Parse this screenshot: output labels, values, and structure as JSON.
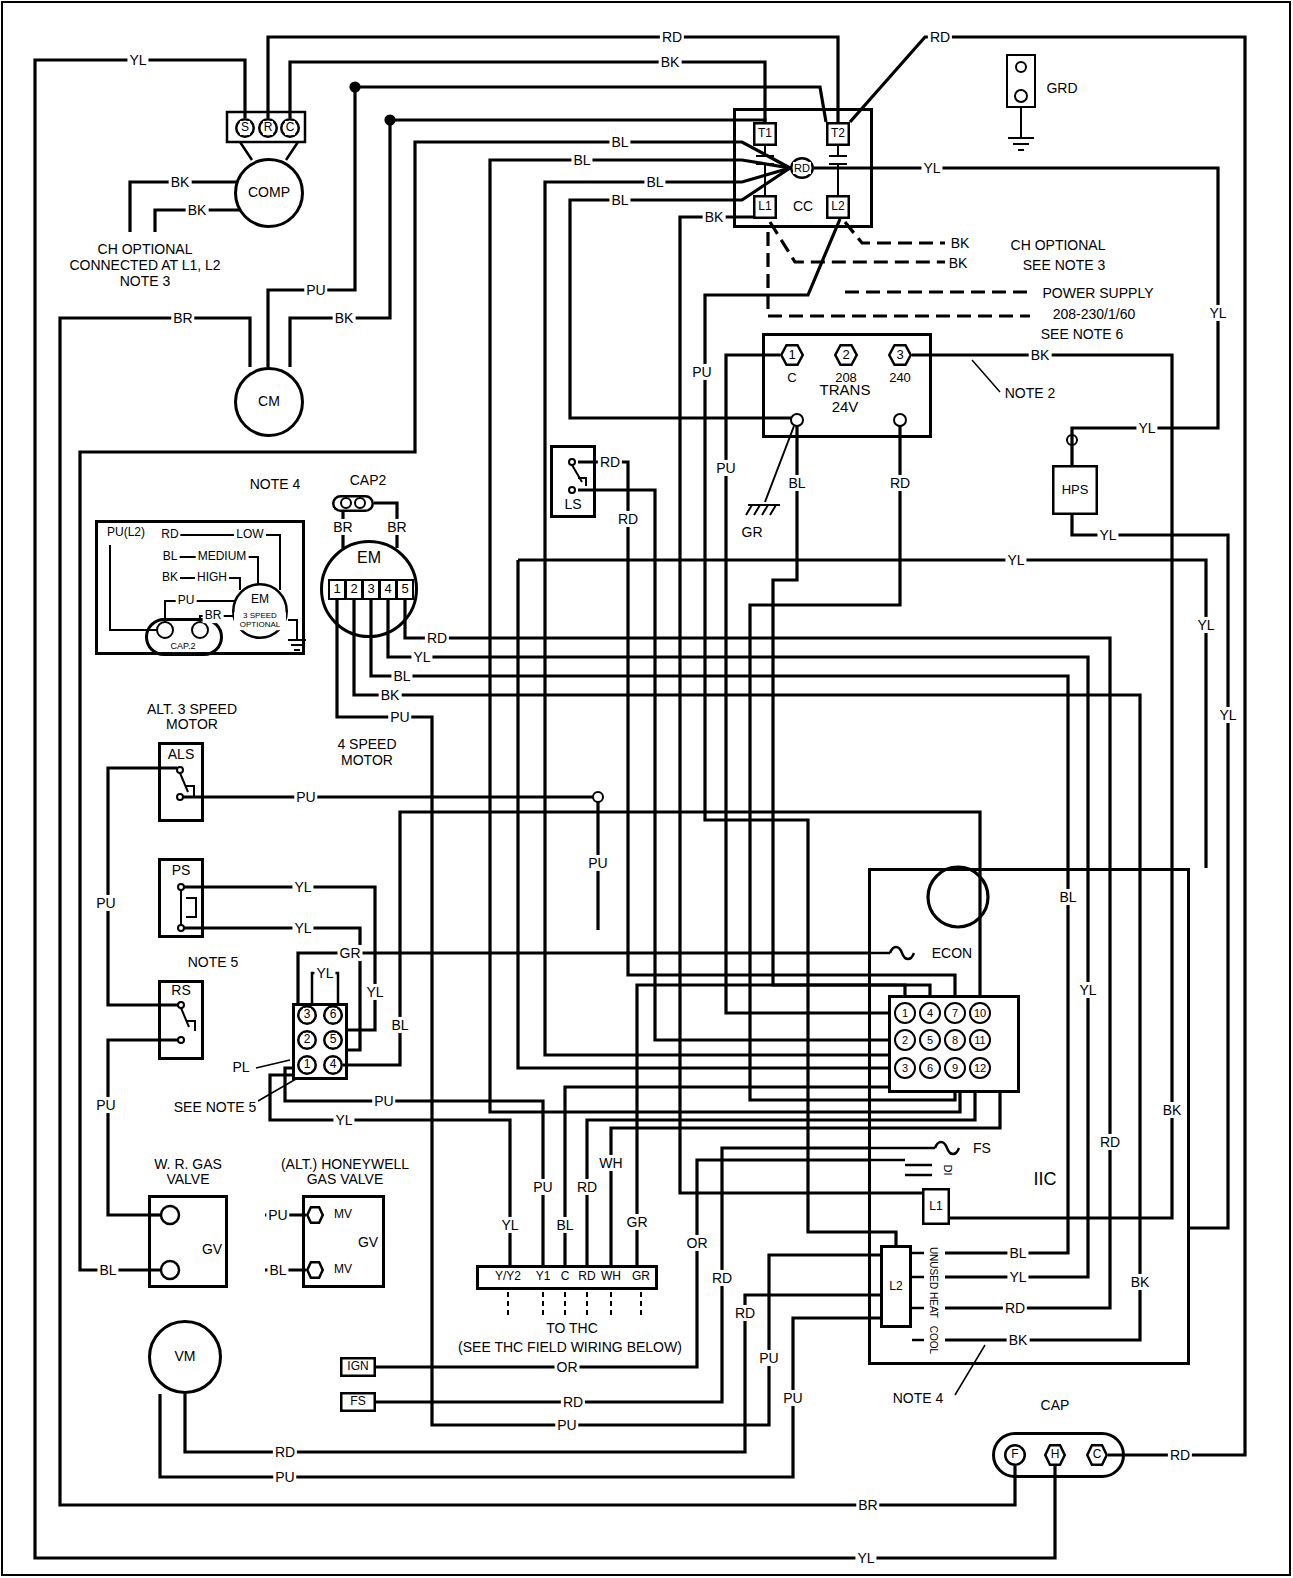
{
  "diagram": {
    "nodes": [
      {
        "text": [
          "S"
        ]
      },
      {
        "text": [
          "R"
        ]
      },
      {
        "text": [
          "C"
        ]
      },
      {
        "text": [
          "COMP"
        ]
      },
      {
        "text": [
          "CC"
        ]
      },
      {
        "text": [
          "T1"
        ],
        "in": 4
      },
      {
        "text": [
          "T2"
        ],
        "in": 4
      },
      {
        "text": [
          "RD"
        ],
        "in": 4
      },
      {
        "text": [
          "L1"
        ],
        "in": 4
      },
      {
        "text": [
          "L2"
        ],
        "in": 4
      },
      {
        "text": [
          "CM"
        ]
      },
      {
        "text": [
          "TRANS 24V"
        ]
      },
      {
        "text": [
          "1",
          "C"
        ],
        "in": 11
      },
      {
        "text": [
          "2",
          "208"
        ],
        "in": 11
      },
      {
        "text": [
          "3",
          "240"
        ],
        "in": 11
      },
      {
        "text": [
          "LS"
        ]
      },
      {
        "text": [
          "HPS"
        ]
      },
      {
        "text": [
          "PU(L2)"
        ]
      },
      {
        "text": [
          "EM",
          "3 SPEED OPTIONAL"
        ],
        "in": 17
      },
      {
        "text": [
          "CAP.2"
        ],
        "in": 17
      },
      {
        "text": [
          "CAP2"
        ]
      },
      {
        "text": [
          "EM"
        ]
      },
      {
        "text": [
          "ALT. 3 SPEED MOTOR",
          "ALS"
        ]
      },
      {
        "text": [
          "PS"
        ]
      },
      {
        "text": [
          "RS"
        ]
      },
      {
        "text": [
          "PL"
        ]
      },
      {
        "text": [
          "3"
        ],
        "in": 25
      },
      {
        "text": [
          "6"
        ],
        "in": 25
      },
      {
        "text": [
          "2"
        ],
        "in": 25
      },
      {
        "text": [
          "5"
        ],
        "in": 25
      },
      {
        "text": [
          "1"
        ],
        "in": 25
      },
      {
        "text": [
          "4"
        ],
        "in": 25
      },
      {
        "text": [
          "IIC"
        ]
      },
      {
        "text": [
          "1",
          "2",
          "3",
          "4",
          "5",
          "6",
          "7",
          "8",
          "9",
          "10",
          "11",
          "12"
        ],
        "in": 32
      },
      {
        "text": [
          "L1"
        ],
        "in": 32
      },
      {
        "text": [
          "L2"
        ],
        "in": 32
      },
      {
        "text": [
          "W. R. GAS VALVE",
          "GV"
        ]
      },
      {
        "text": [
          "(ALT.) HONEYWELL GAS VALVE",
          "GV"
        ]
      },
      {
        "text": [
          "MV"
        ],
        "in": 37
      },
      {
        "text": [
          "MV"
        ],
        "in": 37
      },
      {
        "text": [
          "Y/Y2",
          "Y1",
          "C",
          "RD",
          "WH",
          "GR"
        ]
      },
      {
        "text": [
          "VM"
        ]
      },
      {
        "text": [
          "IGN"
        ]
      },
      {
        "text": [
          "FS"
        ]
      },
      {
        "text": [
          "CAP"
        ]
      },
      {
        "text": [
          "F"
        ],
        "in": 44
      },
      {
        "text": [
          "H"
        ],
        "in": 44
      },
      {
        "text": [
          "C"
        ],
        "in": 44
      }
    ],
    "edges": [
      {
        "from": 1,
        "to": 6,
        "label": "RD",
        "arrow": "none"
      },
      {
        "from": 2,
        "to": 5,
        "label": "BK",
        "arrow": "none"
      },
      {
        "from": 0,
        "to": 46,
        "label": "YL",
        "arrow": "none"
      },
      {
        "from": 10,
        "to": 6,
        "label": "PU",
        "arrow": "none"
      },
      {
        "from": 10,
        "to": 5,
        "label": "BK",
        "arrow": "none"
      },
      {
        "from": 10,
        "to": 45,
        "label": "BR",
        "arrow": "none"
      },
      {
        "from": 47,
        "to": 6,
        "label": "RD",
        "arrow": "none"
      },
      {
        "from": 7,
        "to": 16,
        "label": "YL",
        "arrow": "none"
      },
      {
        "from": 14,
        "to": 34,
        "label": "BK",
        "arrow": "none"
      },
      {
        "from": 42,
        "to": 32,
        "label": "OR",
        "arrow": "none"
      },
      {
        "from": 43,
        "to": 32,
        "label": "RD",
        "arrow": "none"
      },
      {
        "from": 41,
        "to": 35,
        "label": "RD",
        "arrow": "none"
      },
      {
        "from": 41,
        "to": 35,
        "label": "PU",
        "arrow": "none"
      },
      {
        "from": 24,
        "to": 36,
        "label": "PU",
        "arrow": "none"
      },
      {
        "from": 22,
        "to": 24,
        "label": "PU",
        "arrow": "none"
      },
      {
        "from": 23,
        "to": 25,
        "label": "YL",
        "arrow": "none"
      },
      {
        "from": 23,
        "to": 25,
        "label": "YL",
        "arrow": "none"
      },
      {
        "from": 25,
        "to": 40,
        "label": "PU",
        "arrow": "none"
      },
      {
        "from": 25,
        "to": 40,
        "label": "YL",
        "arrow": "none"
      },
      {
        "from": 25,
        "to": 32,
        "label": "GR",
        "arrow": "none"
      }
    ],
    "labels": [
      "BL",
      "BL",
      "BL",
      "BL",
      "BK",
      "RD",
      "GRD",
      "BK",
      "BK",
      "CH OPTIONAL CONNECTED AT L1, L2 NOTE 3",
      "BK",
      "CH OPTIONAL",
      "BK",
      "SEE NOTE 3",
      "POWER SUPPLY",
      "208-230/1/60",
      "SEE NOTE 6",
      "YL",
      "NOTE 2",
      "PU",
      "PU",
      "BL",
      "RD",
      "GR",
      "RD",
      "RD",
      "YL",
      "YL",
      "YL",
      "YL",
      "YL",
      "NOTE 4",
      "BR",
      "BR",
      "1",
      "2",
      "3",
      "4",
      "5",
      "RD",
      "YL",
      "BL",
      "BK",
      "PU",
      "4 SPEED MOTOR",
      "RD",
      "LOW",
      "BL",
      "MEDIUM",
      "BK",
      "HIGH",
      "PU",
      "BR",
      "PU",
      "PU",
      "NOTE 5",
      "YL",
      "YL",
      "BL",
      "SEE NOTE 5",
      "PU",
      "BL",
      "BL",
      "PU",
      "YL",
      "BL",
      "RD",
      "WH",
      "GR",
      "TO THC",
      "(SEE THC FIELD WIRING BELOW)",
      "OR",
      "RD",
      "RD",
      "PU",
      "PU",
      "PU",
      "BR",
      "YL",
      "ECON",
      "FS",
      "DI",
      "UNUSED",
      "HEAT",
      "COOL",
      "BL",
      "YL",
      "RD",
      "BK",
      "NOTE 4",
      "BL",
      "YL",
      "RD",
      "BK",
      "BK"
    ]
  }
}
